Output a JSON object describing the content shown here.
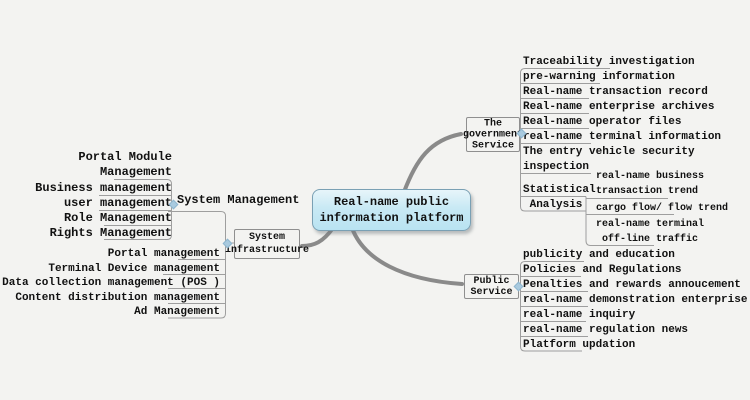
{
  "root": {
    "label": "Real-name public\ninformation platform"
  },
  "government": {
    "node": "The\ngovernment\nService",
    "items": [
      "Traceability investigation",
      "pre-warning information",
      "Real-name transaction record",
      "Real-name enterprise archives",
      "Real-name operator files",
      "real-name terminal information",
      "The entry vehicle security\ninspection",
      "Statistical\n Analysis"
    ],
    "stat_items": [
      "real-name business\ntransaction trend",
      "cargo flow/ flow trend",
      "real-name terminal\n off-line traffic"
    ]
  },
  "public": {
    "node": "Public\nService",
    "items": [
      "publicity and education",
      "Policies and Regulations",
      "Penalties and rewards annoucement",
      "real-name demonstration enterprise",
      "real-name inquiry",
      "real-name regulation news",
      "Platform updation"
    ]
  },
  "management": {
    "node": "System Management",
    "items": [
      "Portal Module\nManagement",
      "Business management",
      "user management",
      "Role Management",
      "Rights Management"
    ]
  },
  "infrastructure": {
    "node": "System\ninfrastructure",
    "items": [
      "Portal management",
      "Terminal Device management",
      "Data collection management (POS )",
      "Content distribution management",
      "Ad Management"
    ]
  },
  "colors": {
    "background": "#f3f3f1",
    "root_fill_top": "#e7f5fa",
    "root_fill_bottom": "#b9e3f2",
    "root_border": "#7aa0b4",
    "connector_thick": "#8a8a8a",
    "connector_thin": "#9e9e9e",
    "text": "#111111",
    "diamond": "#a9cadf"
  }
}
